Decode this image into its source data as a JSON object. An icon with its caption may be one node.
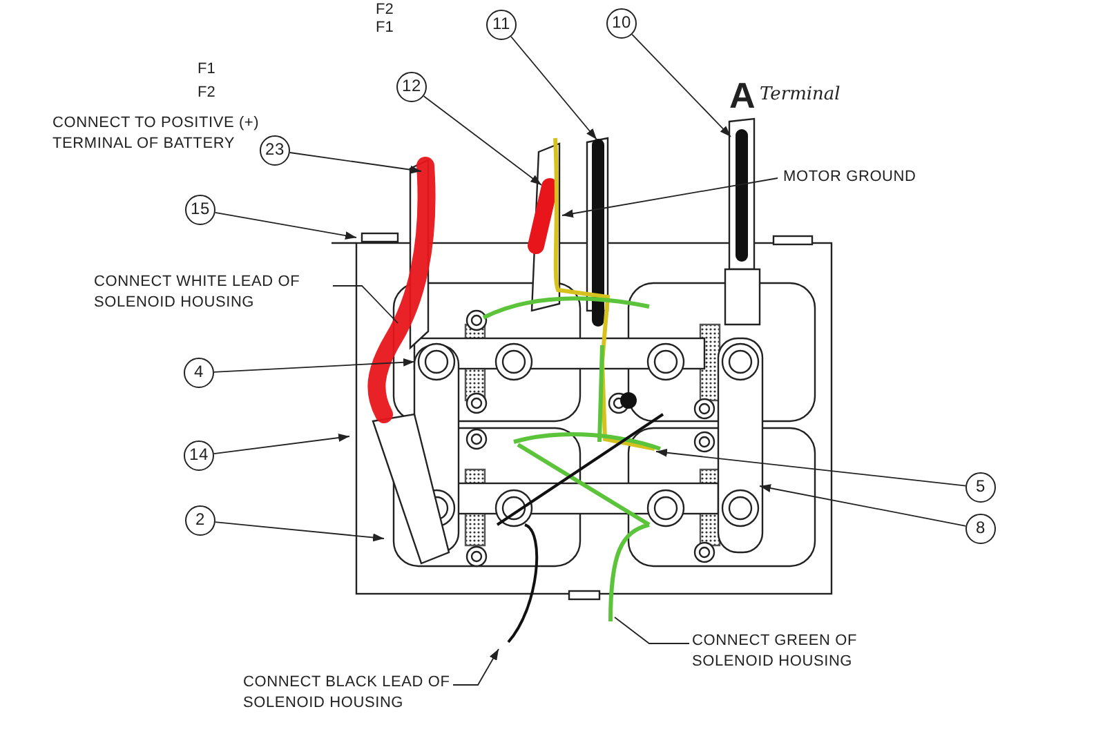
{
  "diagram": {
    "nodes": [
      {
        "text": [
          "CONNECT TO POSITIVE (+) TERMINAL OF BATTERY"
        ]
      },
      {
        "text": [
          "23"
        ]
      },
      {
        "text": [
          "12"
        ]
      },
      {
        "text": [
          "11"
        ]
      },
      {
        "text": [
          "10"
        ]
      },
      {
        "text": [
          "MOTOR GROUND"
        ]
      },
      {
        "text": [
          "15"
        ]
      },
      {
        "text": [
          "CONNECT WHITE LEAD OF SOLENOID HOUSING"
        ]
      },
      {
        "text": [
          "4"
        ]
      },
      {
        "text": [
          "14"
        ]
      },
      {
        "text": [
          "2"
        ]
      },
      {
        "text": [
          "5"
        ]
      },
      {
        "text": [
          "8"
        ]
      },
      {
        "text": [
          "CONNECT BLACK LEAD OF SOLENOID HOUSING"
        ]
      },
      {
        "text": [
          "CONNECT GREEN OF SOLENOID HOUSING"
        ]
      }
    ],
    "edges": [
      {
        "from": 1,
        "to": null,
        "arrow": "to"
      },
      {
        "from": 2,
        "to": null,
        "arrow": "to"
      },
      {
        "from": 3,
        "to": null,
        "arrow": "to"
      },
      {
        "from": 4,
        "to": null,
        "arrow": "to"
      },
      {
        "from": 5,
        "to": null,
        "arrow": "to"
      },
      {
        "from": 6,
        "to": null,
        "arrow": "to"
      },
      {
        "from": 7,
        "to": null,
        "arrow": "none"
      },
      {
        "from": 8,
        "to": null,
        "arrow": "to"
      },
      {
        "from": 9,
        "to": null,
        "arrow": "to"
      },
      {
        "from": 10,
        "to": null,
        "arrow": "to"
      },
      {
        "from": 11,
        "to": null,
        "arrow": "to"
      },
      {
        "from": 12,
        "to": null,
        "arrow": "to"
      },
      {
        "from": 13,
        "to": null,
        "arrow": "to"
      },
      {
        "from": 14,
        "to": null,
        "arrow": "none"
      }
    ],
    "labels": [
      "F2",
      "F1",
      "F1",
      "F2",
      "A",
      "Terminal"
    ]
  }
}
